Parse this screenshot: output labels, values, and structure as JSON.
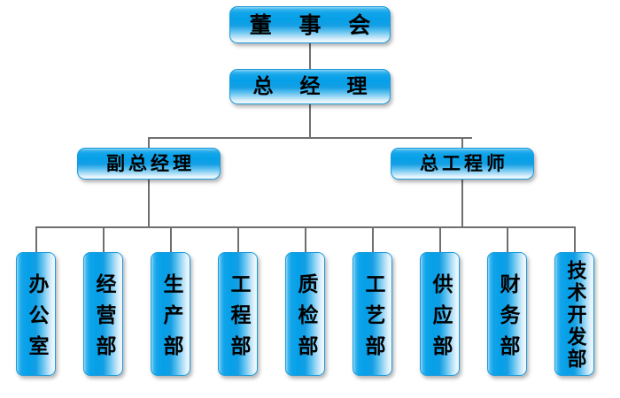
{
  "chart": {
    "type": "org-chart",
    "title_text": "",
    "background_color": "#ffffff",
    "node_accent_color": "#05a0e8",
    "node_border_color": "#1a9bdc",
    "connector_color": "#6f6f6f",
    "levels": [
      {
        "level": 1,
        "nodes": [
          {
            "id": "board",
            "label": "董  事  会",
            "orientation": "horizontal"
          }
        ]
      },
      {
        "level": 2,
        "nodes": [
          {
            "id": "general-manager",
            "label": "总  经  理",
            "orientation": "horizontal"
          }
        ]
      },
      {
        "level": 3,
        "nodes": [
          {
            "id": "deputy-general-manager",
            "label": "副总经理",
            "orientation": "horizontal"
          },
          {
            "id": "chief-engineer",
            "label": "总工程师",
            "orientation": "horizontal"
          }
        ]
      },
      {
        "level": 4,
        "nodes": [
          {
            "id": "office",
            "label": "办公室",
            "orientation": "vertical"
          },
          {
            "id": "operations-dept",
            "label": "经营部",
            "orientation": "vertical"
          },
          {
            "id": "production-dept",
            "label": "生产部",
            "orientation": "vertical"
          },
          {
            "id": "engineering-dept",
            "label": "工程部",
            "orientation": "vertical"
          },
          {
            "id": "quality-inspection-dept",
            "label": "质检部",
            "orientation": "vertical"
          },
          {
            "id": "process-dept",
            "label": "工艺部",
            "orientation": "vertical"
          },
          {
            "id": "supply-dept",
            "label": "供应部",
            "orientation": "vertical"
          },
          {
            "id": "finance-dept",
            "label": "财务部",
            "orientation": "vertical"
          },
          {
            "id": "tech-development-dept",
            "label": "技术开发部",
            "orientation": "vertical"
          }
        ]
      }
    ]
  }
}
